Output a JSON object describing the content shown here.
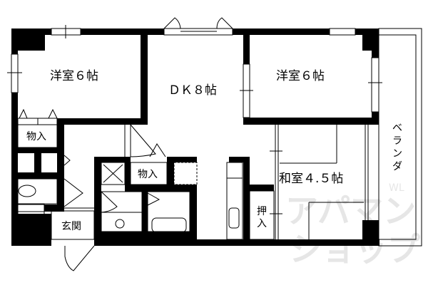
{
  "rooms": {
    "western_room_left": "洋室６帖",
    "dining_kitchen": "ＤＫ８帖",
    "western_room_right": "洋室６帖",
    "storage_left": "物入",
    "storage_center": "物入",
    "japanese_room": "和室４.５帖",
    "closet_line1": "押",
    "closet_line2": "入",
    "entrance": "玄関",
    "balcony_chars": [
      "ベ",
      "ラ",
      "ン",
      "ダ"
    ]
  },
  "watermark": {
    "line1": "アパマン",
    "line2": "ショップ",
    "small": "WL"
  },
  "colors": {
    "wall": "#000000",
    "watermark": "#e6e6e6"
  }
}
